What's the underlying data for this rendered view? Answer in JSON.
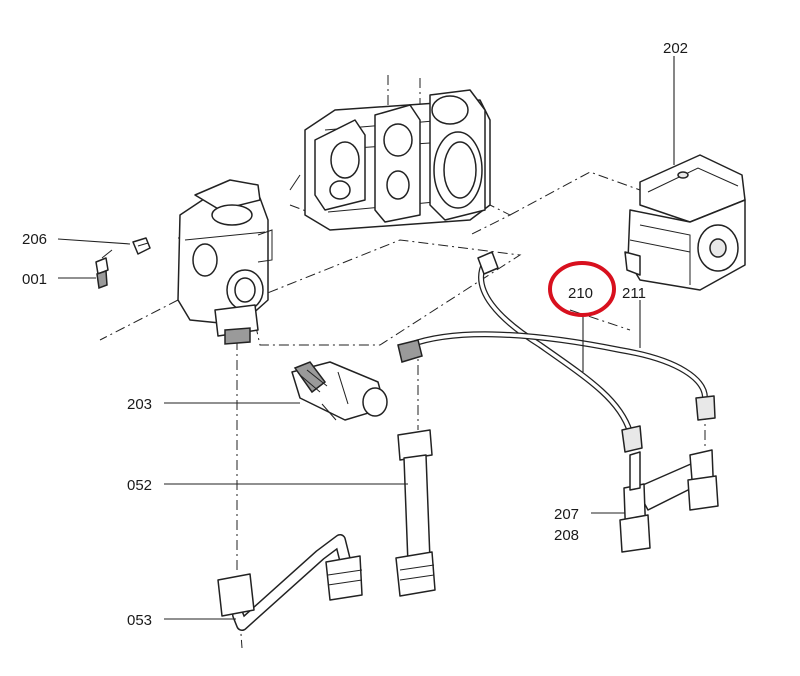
{
  "labels": {
    "p202": "202",
    "p206": "206",
    "p001": "001",
    "p203": "203",
    "p052": "052",
    "p053": "053",
    "p207": "207",
    "p208": "208",
    "p210": "210",
    "p211": "211"
  },
  "highlight": {
    "target": "210",
    "color": "#d8101e"
  }
}
